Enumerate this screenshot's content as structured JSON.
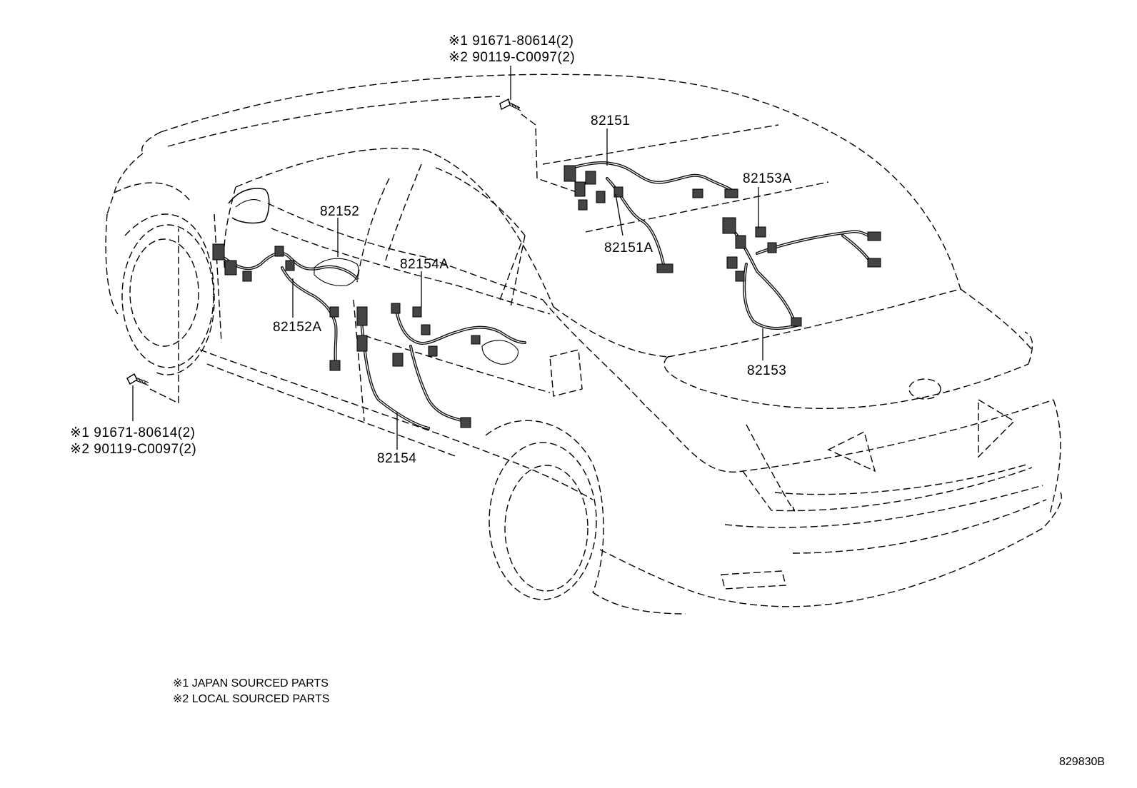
{
  "parts": {
    "p82151": "82151",
    "p82151A": "82151A",
    "p82152": "82152",
    "p82152A": "82152A",
    "p82153": "82153",
    "p82153A": "82153A",
    "p82154": "82154",
    "p82154A": "82154A"
  },
  "bolt_top": {
    "line1": "※1 91671-80614(2)",
    "line2": "※2 90119-C0097(2)"
  },
  "bolt_left": {
    "line1": "※1 91671-80614(2)",
    "line2": "※2 90119-C0097(2)"
  },
  "legend": {
    "note1": "※1 JAPAN SOURCED PARTS",
    "note2": "※2 LOCAL SOURCED PARTS"
  },
  "diagram_id": "829830B"
}
